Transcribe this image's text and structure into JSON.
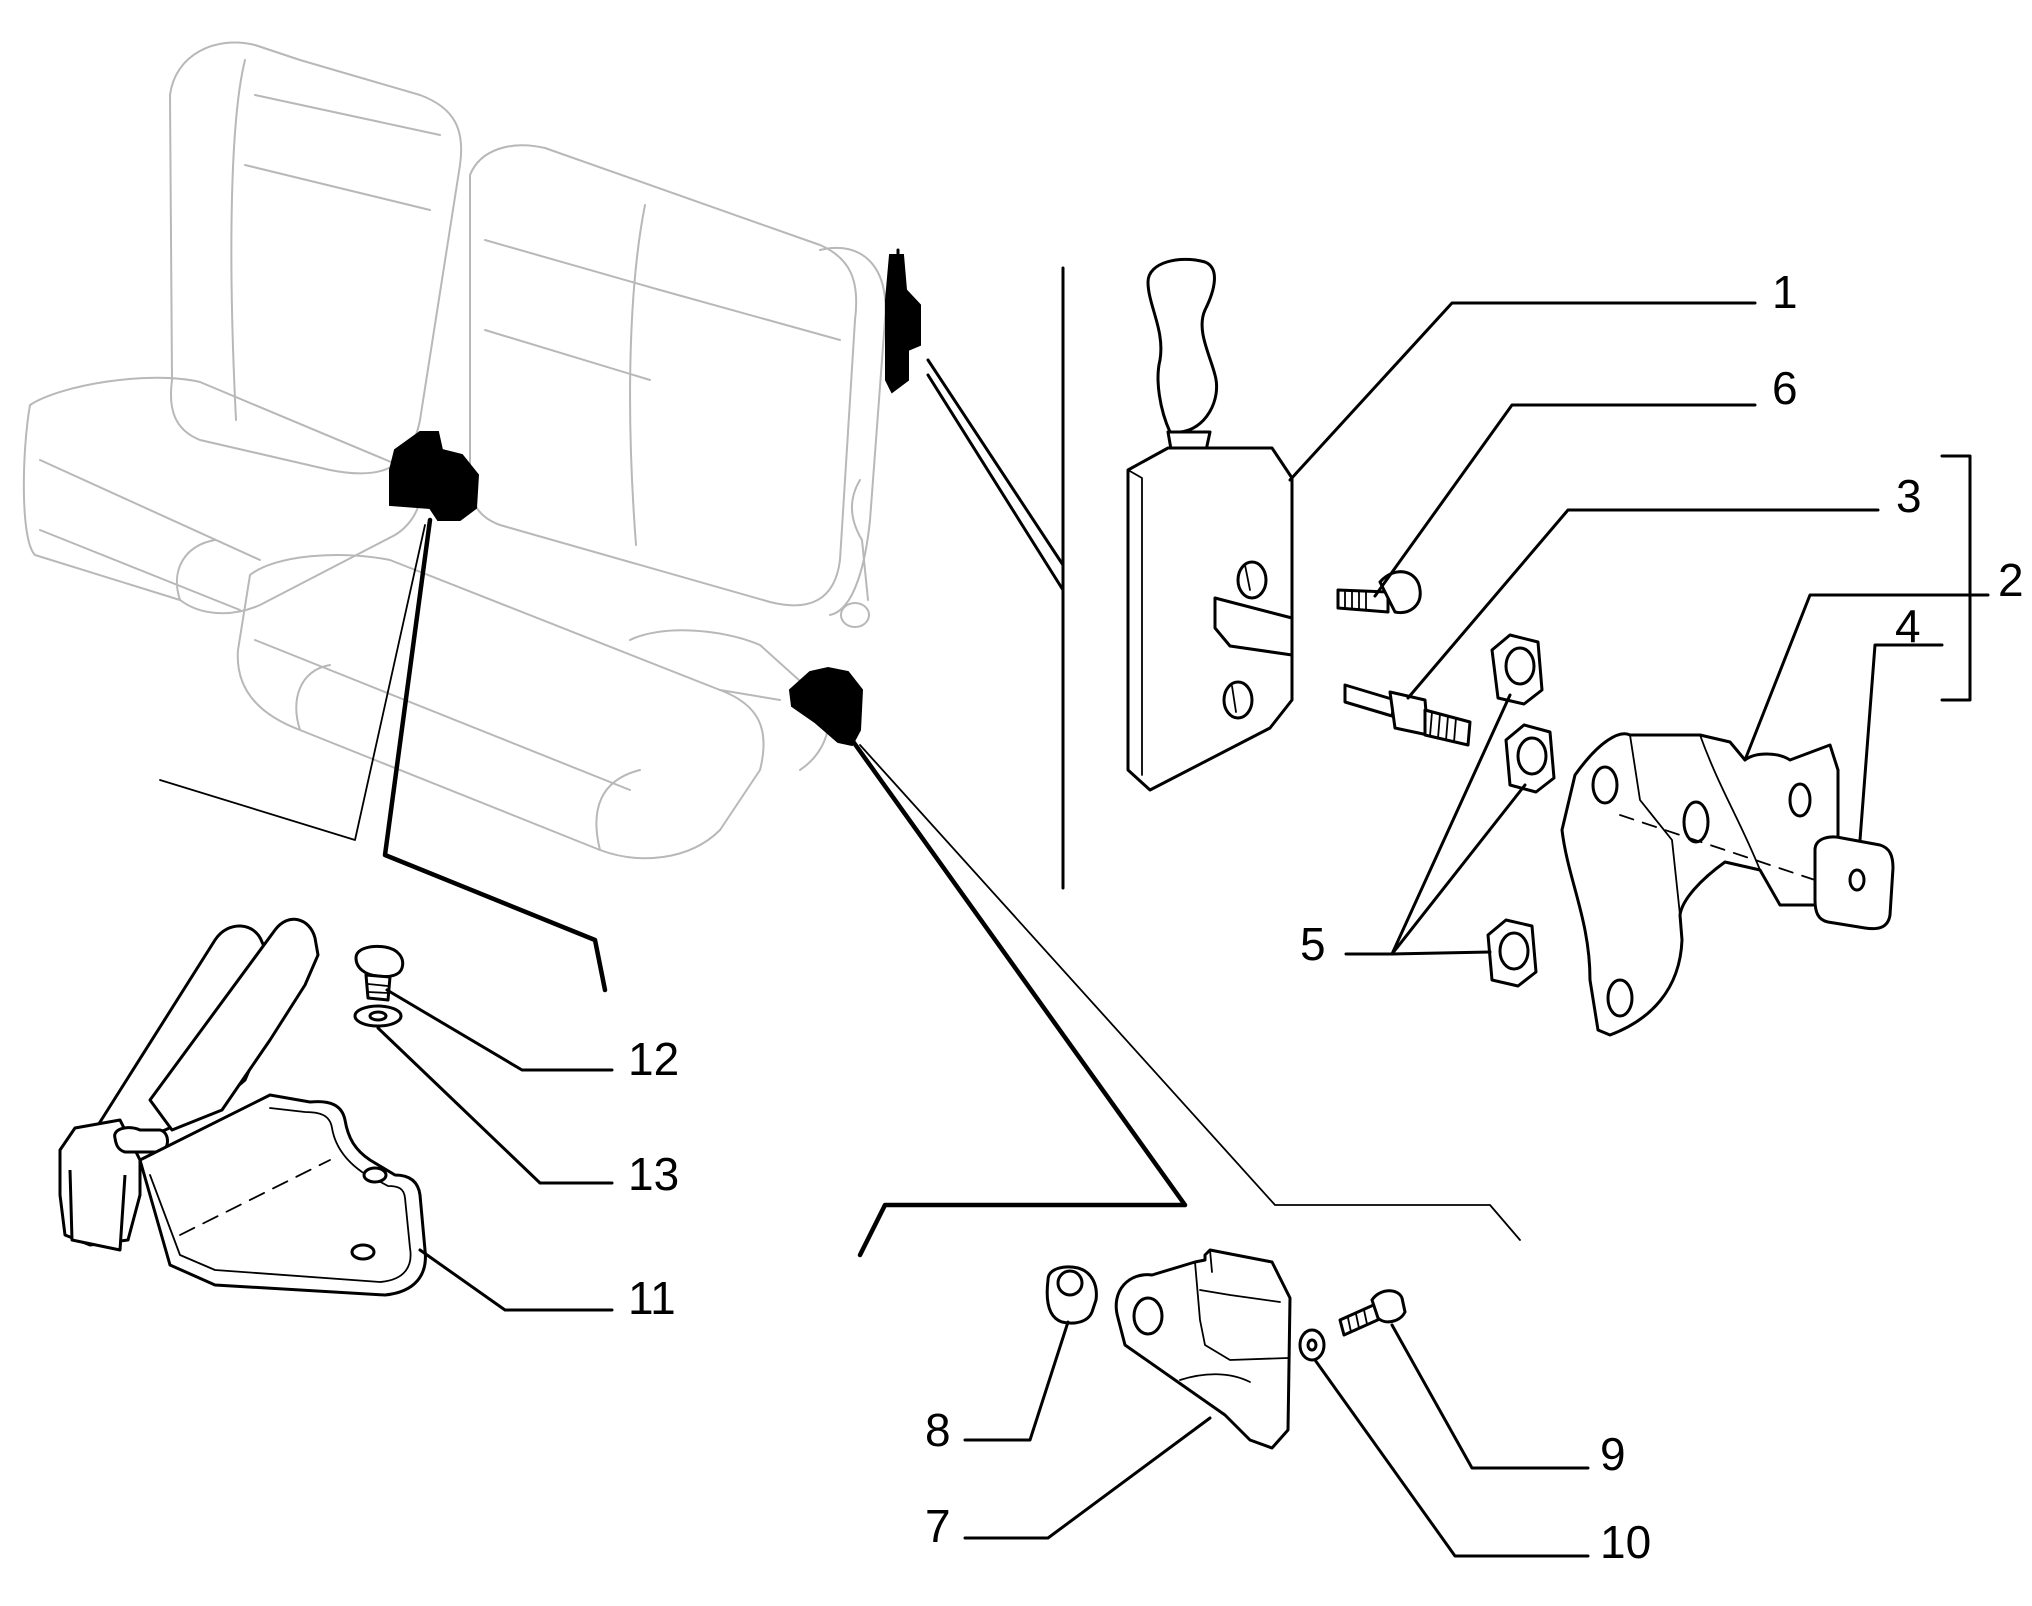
{
  "diagram": {
    "callouts": [
      {
        "id": "c1",
        "label": "1"
      },
      {
        "id": "c2",
        "label": "2"
      },
      {
        "id": "c3",
        "label": "3"
      },
      {
        "id": "c4",
        "label": "4"
      },
      {
        "id": "c5",
        "label": "5"
      },
      {
        "id": "c6",
        "label": "6"
      },
      {
        "id": "c7",
        "label": "7"
      },
      {
        "id": "c8",
        "label": "8"
      },
      {
        "id": "c9",
        "label": "9"
      },
      {
        "id": "c10",
        "label": "10"
      },
      {
        "id": "c11",
        "label": "11"
      },
      {
        "id": "c12",
        "label": "12"
      },
      {
        "id": "c13",
        "label": "13"
      }
    ],
    "colors": {
      "ink": "#000000",
      "ghost": "#b8b8b8",
      "background": "#ffffff"
    }
  }
}
